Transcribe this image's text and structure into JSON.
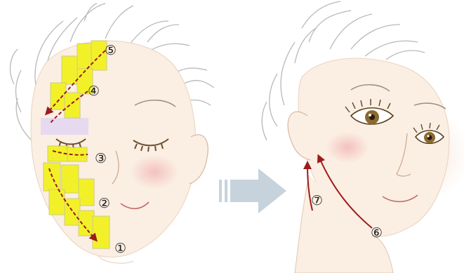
{
  "markers": [
    "①",
    "②",
    "③",
    "④",
    "⑤",
    "⑥",
    "⑦"
  ],
  "colors": {
    "skin": "#fbeee2",
    "hair_stroke": "#b9b9b9",
    "tape_fill": "#f2f21a",
    "tape_edge": "#c9c97a",
    "patch_lavender": "#e3d6f2",
    "arrow_red": "#9c1b1b",
    "arrow_big": "#c7d3dc",
    "blush": "#f2c3c0",
    "eye_brown": "#7a5a2a"
  },
  "icons": [
    "massage-direction-arrows",
    "next-step-arrow-icon"
  ]
}
